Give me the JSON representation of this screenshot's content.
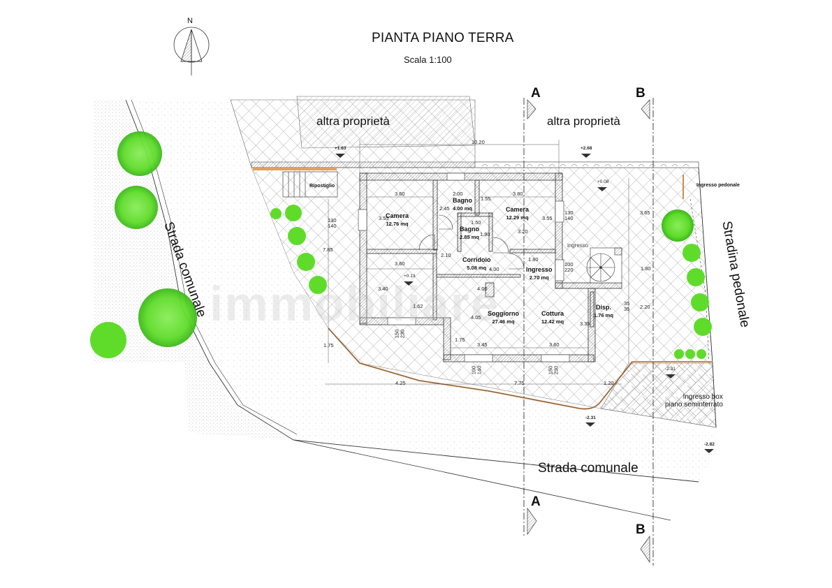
{
  "header": {
    "title": "PIANTA PIANO TERRA",
    "scale": "Scala 1:100",
    "north_label": "N"
  },
  "areas": {
    "other_property_left": "altra proprietà",
    "other_property_right": "altra proprietà",
    "road_left": "Strada comunale",
    "road_bottom": "Strada comunale",
    "pedestrian_path": "Stradina pedonale",
    "pedestrian_entrance": "Ingresso pedonale",
    "garage_entrance_line1": "Ingresso box",
    "garage_entrance_line2": "piano seminterrato",
    "entrance_outdoor": "ingresso",
    "storage": "Ripostiglio"
  },
  "rooms": [
    {
      "name": "Camera",
      "area": "12.76 mq"
    },
    {
      "name": "Bagno",
      "area": "4.00 mq"
    },
    {
      "name": "Camera",
      "area": "12.29 mq"
    },
    {
      "name": "Bagno",
      "area": "2.85 mq"
    },
    {
      "name": "Corridoio",
      "area": "5.08 mq"
    },
    {
      "name": "Ingresso",
      "area": "2.70 mq"
    },
    {
      "name": "Soggiorno",
      "area": "27.46 mq"
    },
    {
      "name": "Cottura",
      "area": "12.42 mq"
    },
    {
      "name": "Disp.",
      "area": "1.76 mq"
    }
  ],
  "section_markers": {
    "a": "A",
    "b": "B"
  },
  "levels": {
    "l1": "+1.63",
    "l2": "+2.68",
    "l3": "+0.08",
    "l4": "+0.13",
    "l5": "-2.31",
    "l6": "-2.31",
    "l7": "-2.82"
  },
  "dimensions": {
    "total_width": "10.20",
    "cam1_w": "3.60",
    "cam1_h": "3.55",
    "bagno1_w": "2.00",
    "bagno1_h": "2.45",
    "hall_w": "1.55",
    "cam2_w": "3.80",
    "cam2_h": "3.55",
    "cam2_inner": "3.20",
    "bagno2_w": "1.50",
    "bagno2_h": "1.90",
    "corr_h": "2.10",
    "corr_w": "4.00",
    "ingr_w": "1.80",
    "room3_w": "3.60",
    "room3_h": "3.40",
    "sogg_inner": "4.00",
    "sogg_h": "4.05",
    "dim_162": "1.62",
    "dim_175a": "1.75",
    "dim_175b": "1.75",
    "sogg_w": "3.45",
    "cott_w": "3.60",
    "cott_h": "3.35",
    "left_h": "7.85",
    "bottom_425": "4.25",
    "bottom_775": "7.75",
    "bottom_120": "1.20",
    "right_365": "3.65",
    "right_180": "1.80",
    "right_220": "2.20",
    "win_w1": "130",
    "win_h1": "140",
    "win_w2": "130",
    "win_h2": "140",
    "door_w": "100",
    "door_h": "220",
    "win_disp_w": "35",
    "win_disp_h": "35",
    "win_bot1": "150",
    "win_bot1b": "230",
    "win_bot2": "100",
    "win_bot2b": "140",
    "win_bot3": "150",
    "win_bot3b": "230"
  },
  "watermark": "immobiliare",
  "colors": {
    "vegetation": "#5fdc2a",
    "vegetation_dark": "#3cb81a",
    "fence": "#d08a4a",
    "wall_hatch": "#888888",
    "line": "#222222"
  }
}
